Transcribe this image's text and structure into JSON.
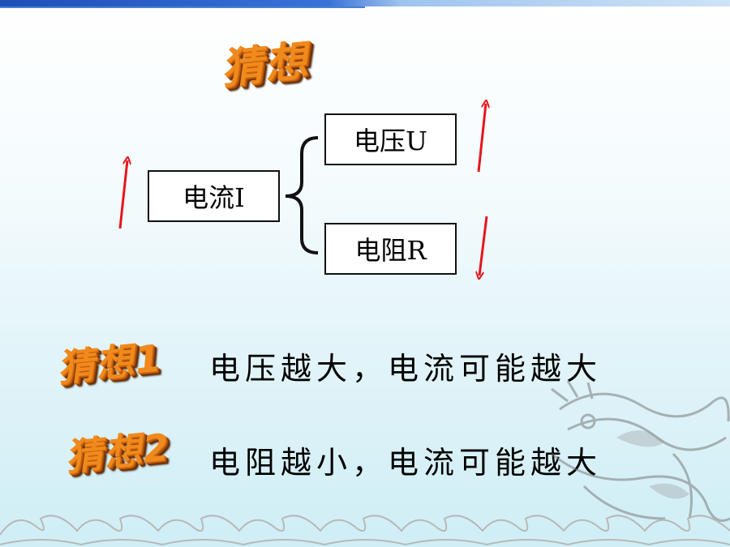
{
  "heading": {
    "guess_label": "猜想"
  },
  "diagram": {
    "current_label": "电流I",
    "voltage_label": "电压U",
    "resistance_label": "电阻R"
  },
  "hypotheses": [
    {
      "tag": "猜想1",
      "text": "电压越大，电流可能越大"
    },
    {
      "tag": "猜想2",
      "text": "电阻越小，电流可能越大"
    }
  ],
  "colors": {
    "arrow": "#e8141c",
    "wordart": "#f08a1c",
    "top_bar": "#1e4fb7"
  }
}
